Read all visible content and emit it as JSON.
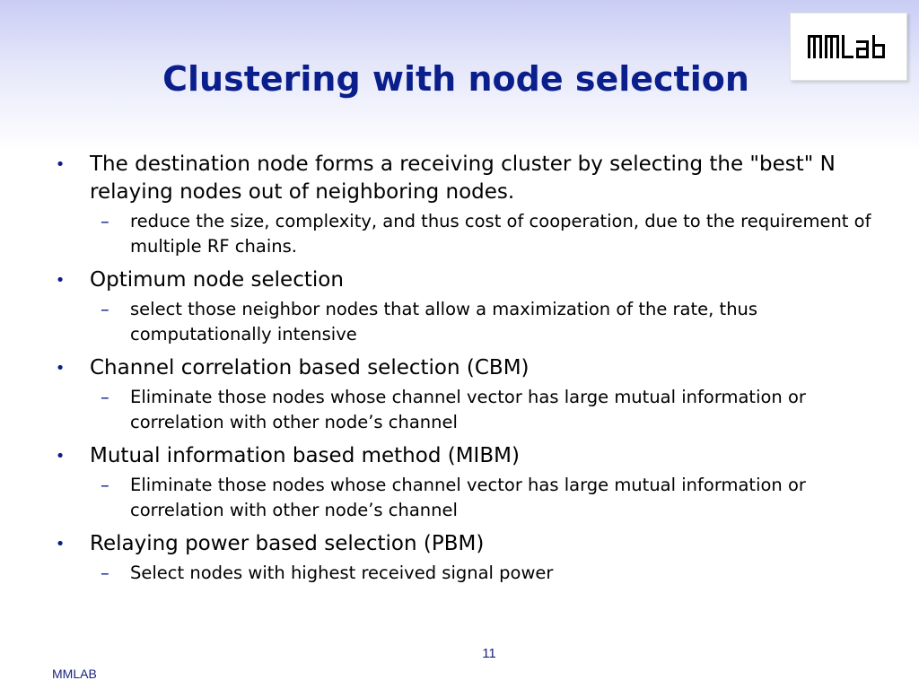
{
  "slide": {
    "title": "Clustering with node selection",
    "bullets": [
      {
        "text": "The destination node forms a receiving cluster by selecting the \"best\" N relaying nodes out of neighboring nodes.",
        "sub": "reduce the size, complexity, and thus cost of cooperation, due to the requirement of multiple RF chains."
      },
      {
        "text": "Optimum node selection",
        "sub": "select those neighbor nodes that allow a maximization of the rate, thus computationally intensive"
      },
      {
        "text": "Channel correlation based selection (CBM)",
        "sub": "Eliminate those nodes whose channel vector has large mutual information or correlation with other node’s channel"
      },
      {
        "text": "Mutual information based method (MIBM)",
        "sub": "Eliminate those nodes whose channel vector has large mutual information or correlation with other node’s channel"
      },
      {
        "text": "Relaying power based selection (PBM)",
        "sub": "Select nodes with highest received signal power"
      }
    ],
    "bullet_symbol": "•",
    "sub_bullet_symbol": "–",
    "page_number": "11",
    "footer_left": "MMLAB",
    "logo_text": "MMLAB"
  },
  "colors": {
    "title": "#0b1f8c",
    "header_gradient_top": "#c9cdf4",
    "footer": "#1a237e"
  }
}
